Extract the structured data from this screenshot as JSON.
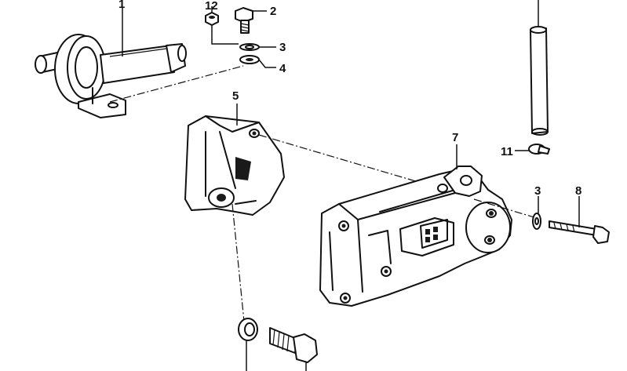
{
  "colors": {
    "ink": "#111111",
    "paper": "#ffffff"
  },
  "callouts": {
    "c1": "1",
    "c2": "2",
    "c3a": "3",
    "c3b": "3",
    "c4": "4",
    "c5": "5",
    "c7": "7",
    "c8": "8",
    "c11": "11",
    "c12": "12"
  }
}
